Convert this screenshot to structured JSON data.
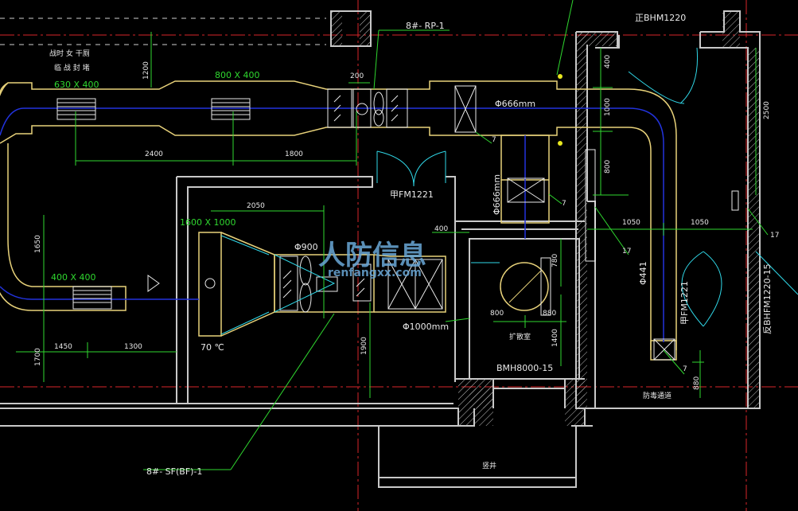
{
  "labels": {
    "top_note_1": "战时 女 干厕",
    "top_note_2": "临 战 封 堵",
    "duct_630x400": "630 X 400",
    "duct_800x400": "800 X 400",
    "duct_400x400": "400 X 400",
    "duct_1600x1000": "1600 X 1000",
    "dim_1200": "1200",
    "dim_200": "200",
    "dim_2400": "2400",
    "dim_1800": "1800",
    "dim_2050": "2050",
    "dim_1650": "1650",
    "dim_1450": "1450",
    "dim_1300": "1300",
    "dim_1700": "1700",
    "dim_1900": "1900",
    "dim_400": "400",
    "dim_780": "780",
    "dim_800": "800",
    "dim_880": "880",
    "dim_1400": "1400",
    "dim_1000": "1000",
    "dim_2500": "2500",
    "dim_1050a": "1050",
    "dim_1050b": "1050",
    "dim_880b": "880",
    "fan_rp": "8#- RP-1",
    "fan_sf": "8#- SF(BF)-1",
    "door_fm1221a": "甲FM1221",
    "door_fm1221b": "甲FM1221",
    "door_bhm1220": "正BHM1220",
    "door_hfm1220": "反BHFM1220-15",
    "dia_666h": "Φ666mm",
    "dia_666v": "Φ666mm",
    "dia_900": "Φ900",
    "dia_1000": "Φ1000mm",
    "dia_441": "Φ441",
    "temp_70": "70 ℃",
    "valve_7a": "7",
    "valve_7b": "7",
    "valve_7c": "7",
    "valve_17a": "17",
    "valve_17b": "17",
    "room_expansion": "扩散室",
    "room_bmh": "BMH8000-15",
    "room_decon": "防毒通道",
    "room_shaft": "竖井",
    "watermark": "人防信息",
    "watermark_url": "renfangxx.com"
  },
  "colors": {
    "background": "#000000",
    "duct": "#e8d27a",
    "wall": "#c8c8c8",
    "dimension": "#2fd72f",
    "axis_red": "#d8262a",
    "axis_blue": "#2233dd",
    "equipment": "#e8e8e8",
    "cyan": "#30d8e8",
    "watermark": "#6aa8d8"
  }
}
